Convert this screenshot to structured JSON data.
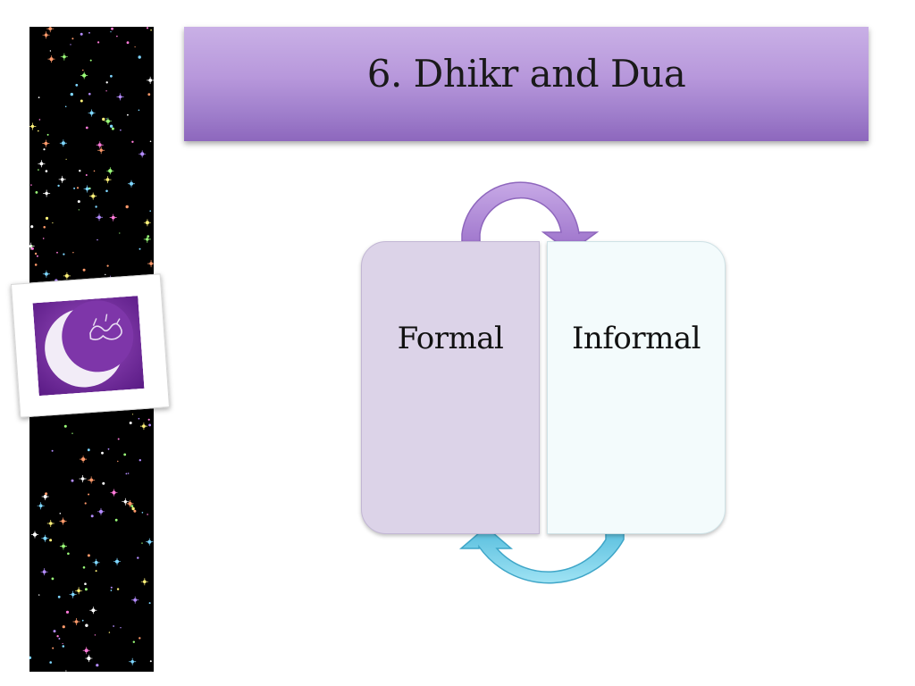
{
  "slide": {
    "title": "6. Dhikr and Dua"
  },
  "diagram": {
    "boxes": [
      {
        "label": "Formal",
        "color": "#dcd3e8"
      },
      {
        "label": "Informal",
        "color": "#f3fbfc"
      }
    ],
    "arrows": [
      {
        "color": "#b08ad6"
      },
      {
        "color": "#5cc4e0"
      }
    ]
  },
  "decor": {
    "photo": "crescent-moon-calligraphy"
  }
}
